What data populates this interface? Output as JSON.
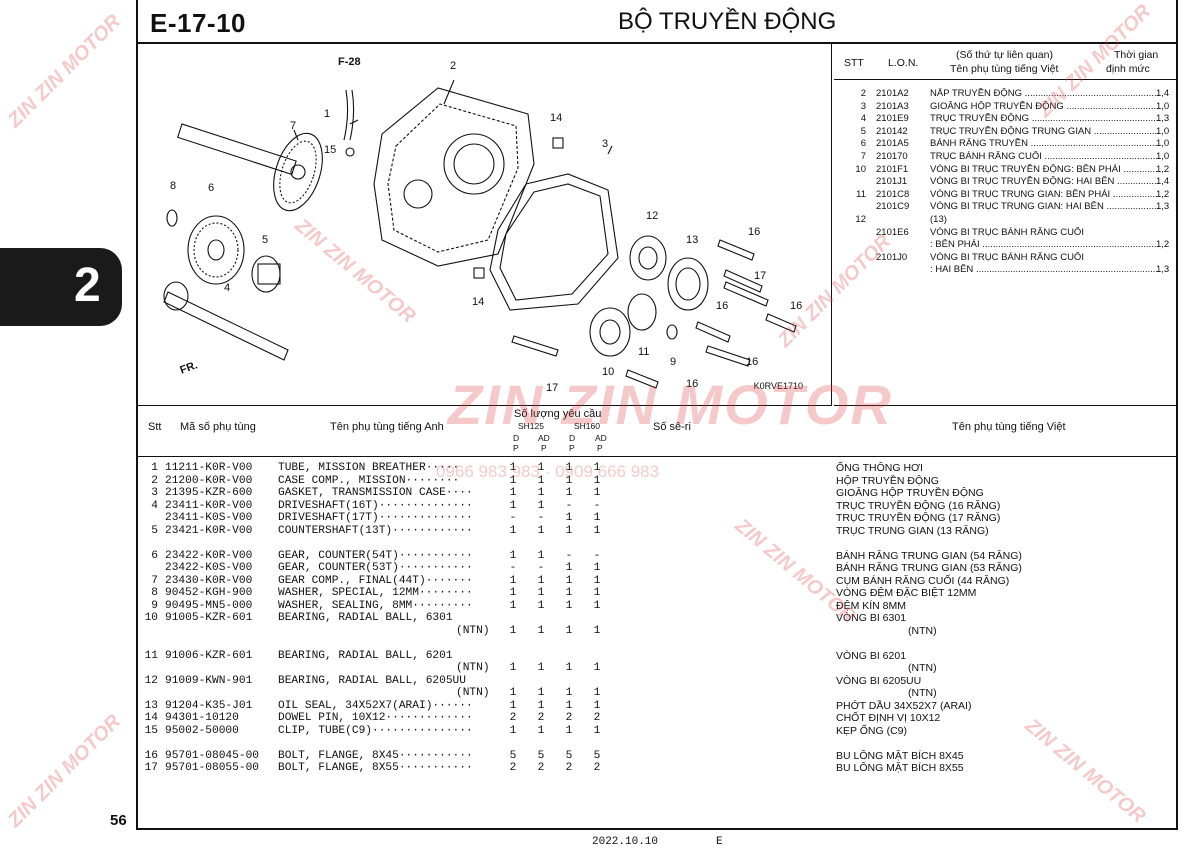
{
  "header": {
    "code": "E-17-10",
    "title": "BỘ TRUYỀN ĐỘNG"
  },
  "chapter": "2",
  "page_number": "56",
  "footer": {
    "date": "2022.10.10",
    "edition": "E"
  },
  "diagram": {
    "reference": "F-28",
    "code": "K0RVE1710",
    "direction": "FR.",
    "callouts": [
      "2",
      "1",
      "15",
      "7",
      "14",
      "3",
      "8",
      "6",
      "5",
      "4",
      "12",
      "13",
      "16",
      "17",
      "16",
      "14",
      "16",
      "11",
      "9",
      "16",
      "10",
      "17",
      "16"
    ]
  },
  "legend": {
    "headers": {
      "stt": "STT",
      "lon": "L.O.N.",
      "desc_1": "(Số thứ tự liên quan)",
      "desc_2": "Tên phụ tùng tiếng Việt",
      "time_1": "Thời gian",
      "time_2": "định mức"
    },
    "rows": [
      {
        "stt": "2",
        "lon": "2101A2",
        "name": "NẮP TRUYỀN ĐỘNG",
        "time": "1,4"
      },
      {
        "stt": "3",
        "lon": "2101A3",
        "name": "GIOĂNG HỘP TRUYỀN ĐỘNG",
        "time": "1,0"
      },
      {
        "stt": "4",
        "lon": "2101E9",
        "name": "TRỤC TRUYỀN ĐỘNG",
        "time": "1,3"
      },
      {
        "stt": "5",
        "lon": "210142",
        "name": "TRỤC TRUYỀN ĐỘNG TRUNG GIAN",
        "time": "1,0"
      },
      {
        "stt": "6",
        "lon": "2101A5",
        "name": "BÁNH RĂNG TRUYỀN",
        "time": "1,0"
      },
      {
        "stt": "7",
        "lon": "210170",
        "name": "TRỤC BÁNH RĂNG CUỐI",
        "time": "1,0"
      },
      {
        "stt": "10",
        "lon": "2101F1",
        "name": "VÒNG BI TRỤC TRUYỀN ĐỘNG: BÊN PHẢI",
        "time": "1,2"
      },
      {
        "stt": "",
        "lon": "2101J1",
        "name": "VÒNG BI TRỤC TRUYỀN ĐỘNG: HAI BÊN",
        "time": "1,4"
      },
      {
        "stt": "11",
        "lon": "2101C8",
        "name": "VÒNG BI TRỤC TRUNG GIAN: BÊN PHẢI",
        "time": "1,2"
      },
      {
        "stt": "",
        "lon": "2101C9",
        "name": "VÒNG BI TRỤC TRUNG GIAN: HAI BÊN",
        "time": "1,3"
      },
      {
        "stt": "12",
        "lon": "",
        "name": "(13)",
        "time": ""
      },
      {
        "stt": "",
        "lon": "2101E6",
        "name": "VÒNG BI TRỤC BÁNH RĂNG CUỐI",
        "time": ""
      },
      {
        "stt": "",
        "lon": "",
        "name": ": BÊN PHẢI",
        "time": "1,2"
      },
      {
        "stt": "",
        "lon": "2101J0",
        "name": "VÒNG BI TRỤC BÁNH RĂNG CUỐI",
        "time": ""
      },
      {
        "stt": "",
        "lon": "",
        "name": ": HAI BÊN",
        "time": "1,3"
      }
    ]
  },
  "table": {
    "headers": {
      "stt": "Stt",
      "part_no": "Mã số phụ tùng",
      "name_en": "Tên phụ tùng tiếng Anh",
      "qty": "Số lượng yêu cầu",
      "model_1": "SH125",
      "model_2": "SH160",
      "sub": [
        "D",
        "AD",
        "D",
        "AD"
      ],
      "sub_p": [
        "P",
        "P",
        "P",
        "P"
      ],
      "serial": "Số sê-ri",
      "name_vn": "Tên phụ tùng tiếng Việt"
    },
    "rows": [
      {
        "no": "1",
        "part": "11211-K0R-V00",
        "en": "TUBE, MISSION BREATHER·····",
        "q": [
          "1",
          "1",
          "1",
          "1"
        ],
        "vn": "ỐNG THÔNG HƠI"
      },
      {
        "no": "2",
        "part": "21200-K0R-V00",
        "en": "CASE COMP., MISSION········",
        "q": [
          "1",
          "1",
          "1",
          "1"
        ],
        "vn": "HỘP TRUYỀN ĐỘNG"
      },
      {
        "no": "3",
        "part": "21395-KZR-600",
        "en": "GASKET, TRANSMISSION CASE····",
        "q": [
          "1",
          "1",
          "1",
          "1"
        ],
        "vn": "GIOĂNG HỘP TRUYỀN ĐỘNG"
      },
      {
        "no": "4",
        "part": "23411-K0R-V00",
        "en": "DRIVESHAFT(16T)··············",
        "q": [
          "1",
          "1",
          "-",
          "-"
        ],
        "vn": "TRỤC TRUYỀN ĐỘNG (16 RĂNG)"
      },
      {
        "no": "",
        "part": "23411-K0S-V00",
        "en": "DRIVESHAFT(17T)··············",
        "q": [
          "-",
          "-",
          "1",
          "1"
        ],
        "vn": "TRỤC TRUYỀN ĐỘNG (17 RĂNG)"
      },
      {
        "no": "5",
        "part": "23421-K0R-V00",
        "en": "COUNTERSHAFT(13T)············",
        "q": [
          "1",
          "1",
          "1",
          "1"
        ],
        "vn": "TRỤC TRUNG GIAN (13 RĂNG)"
      },
      {
        "no": "6",
        "part": "23422-K0R-V00",
        "en": "GEAR, COUNTER(54T)···········",
        "q": [
          "1",
          "1",
          "-",
          "-"
        ],
        "vn": "BÁNH RĂNG TRUNG GIAN (54 RĂNG)"
      },
      {
        "no": "",
        "part": "23422-K0S-V00",
        "en": "GEAR, COUNTER(53T)···········",
        "q": [
          "-",
          "-",
          "1",
          "1"
        ],
        "vn": "BÁNH RĂNG TRUNG GIAN (53 RĂNG)"
      },
      {
        "no": "7",
        "part": "23430-K0R-V00",
        "en": "GEAR COMP., FINAL(44T)·······",
        "q": [
          "1",
          "1",
          "1",
          "1"
        ],
        "vn": "CỤM BÁNH RĂNG CUỐI (44 RĂNG)"
      },
      {
        "no": "8",
        "part": "90452-KGH-900",
        "en": "WASHER, SPECIAL, 12MM········",
        "q": [
          "1",
          "1",
          "1",
          "1"
        ],
        "vn": "VÒNG ĐỆM ĐẶC BIỆT 12MM"
      },
      {
        "no": "9",
        "part": "90495-MN5-000",
        "en": "WASHER, SEALING, 8MM·········",
        "q": [
          "1",
          "1",
          "1",
          "1"
        ],
        "vn": "ĐỆM KÍN 8MM"
      },
      {
        "no": "10",
        "part": "91005-KZR-601",
        "en": "BEARING, RADIAL BALL, 6301",
        "q": [
          "",
          "",
          "",
          ""
        ],
        "vn": "VÒNG BI 6301"
      },
      {
        "no": "",
        "part": "",
        "en": "",
        "ntn": "(NTN)",
        "q": [
          "1",
          "1",
          "1",
          "1"
        ],
        "vn": "(NTN)"
      },
      {
        "no": "11",
        "part": "91006-KZR-601",
        "en": "BEARING, RADIAL BALL, 6201",
        "q": [
          "",
          "",
          "",
          ""
        ],
        "vn": "VÒNG BI 6201"
      },
      {
        "no": "",
        "part": "",
        "en": "",
        "ntn": "(NTN)",
        "q": [
          "1",
          "1",
          "1",
          "1"
        ],
        "vn": "(NTN)"
      },
      {
        "no": "12",
        "part": "91009-KWN-901",
        "en": "BEARING, RADIAL BALL, 6205UU",
        "q": [
          "",
          "",
          "",
          ""
        ],
        "vn": "VÒNG BI 6205UU"
      },
      {
        "no": "",
        "part": "",
        "en": "",
        "ntn": "(NTN)",
        "q": [
          "1",
          "1",
          "1",
          "1"
        ],
        "vn": "(NTN)"
      },
      {
        "no": "13",
        "part": "91204-K35-J01",
        "en": "OIL SEAL, 34X52X7(ARAI)······",
        "q": [
          "1",
          "1",
          "1",
          "1"
        ],
        "vn": "PHỚT DẦU 34X52X7 (ARAI)"
      },
      {
        "no": "14",
        "part": "94301-10120",
        "en": "DOWEL PIN, 10X12·············",
        "q": [
          "2",
          "2",
          "2",
          "2"
        ],
        "vn": "CHỐT ĐỊNH VỊ 10X12"
      },
      {
        "no": "15",
        "part": "95002-50000",
        "en": "CLIP, TUBE(C9)···············",
        "q": [
          "1",
          "1",
          "1",
          "1"
        ],
        "vn": "KẸP ỐNG (C9)"
      },
      {
        "no": "16",
        "part": "95701-08045-00",
        "en": "BOLT, FLANGE, 8X45···········",
        "q": [
          "5",
          "5",
          "5",
          "5"
        ],
        "vn": "BU LÔNG MẶT BÍCH 8X45"
      },
      {
        "no": "17",
        "part": "95701-08055-00",
        "en": "BOLT, FLANGE, 8X55···········",
        "q": [
          "2",
          "2",
          "2",
          "2"
        ],
        "vn": "BU LÔNG MẶT BÍCH 8X55"
      }
    ]
  },
  "watermark": {
    "brand": "ZIN ZIN MOTOR",
    "phone": "0966 983 983 · 0909 666 983"
  }
}
